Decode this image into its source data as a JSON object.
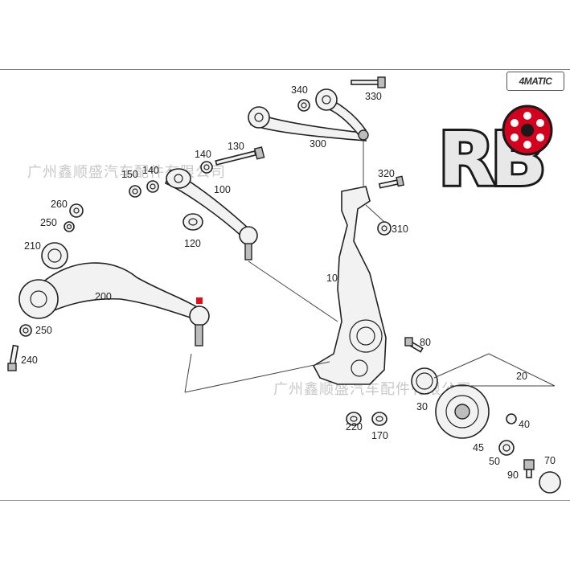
{
  "header": {
    "badge": "4MATIC"
  },
  "watermarks": [
    "广州鑫顺盛汽车配件有限公司",
    "广州鑫顺盛汽车配件有限公司"
  ],
  "logo": {
    "text": "RB",
    "colors": {
      "letters": "#e8e8e8",
      "outline": "#1a1a1a",
      "accent": "#d4001e"
    }
  },
  "marker_color": "#e0101a",
  "labels": {
    "l340": "340",
    "l330": "330",
    "l300": "300",
    "l140a": "140",
    "l130": "130",
    "l150": "150",
    "l140b": "140",
    "l100": "100",
    "l320": "320",
    "l120": "120",
    "l310": "310",
    "l260": "260",
    "l250a": "250",
    "l210": "210",
    "l10": "10",
    "l200": "200",
    "l250b": "250",
    "l80": "80",
    "l240": "240",
    "l20": "20",
    "l30": "30",
    "l40": "40",
    "l220": "220",
    "l170": "170",
    "l45": "45",
    "l50": "50",
    "l70": "70",
    "l90": "90"
  }
}
